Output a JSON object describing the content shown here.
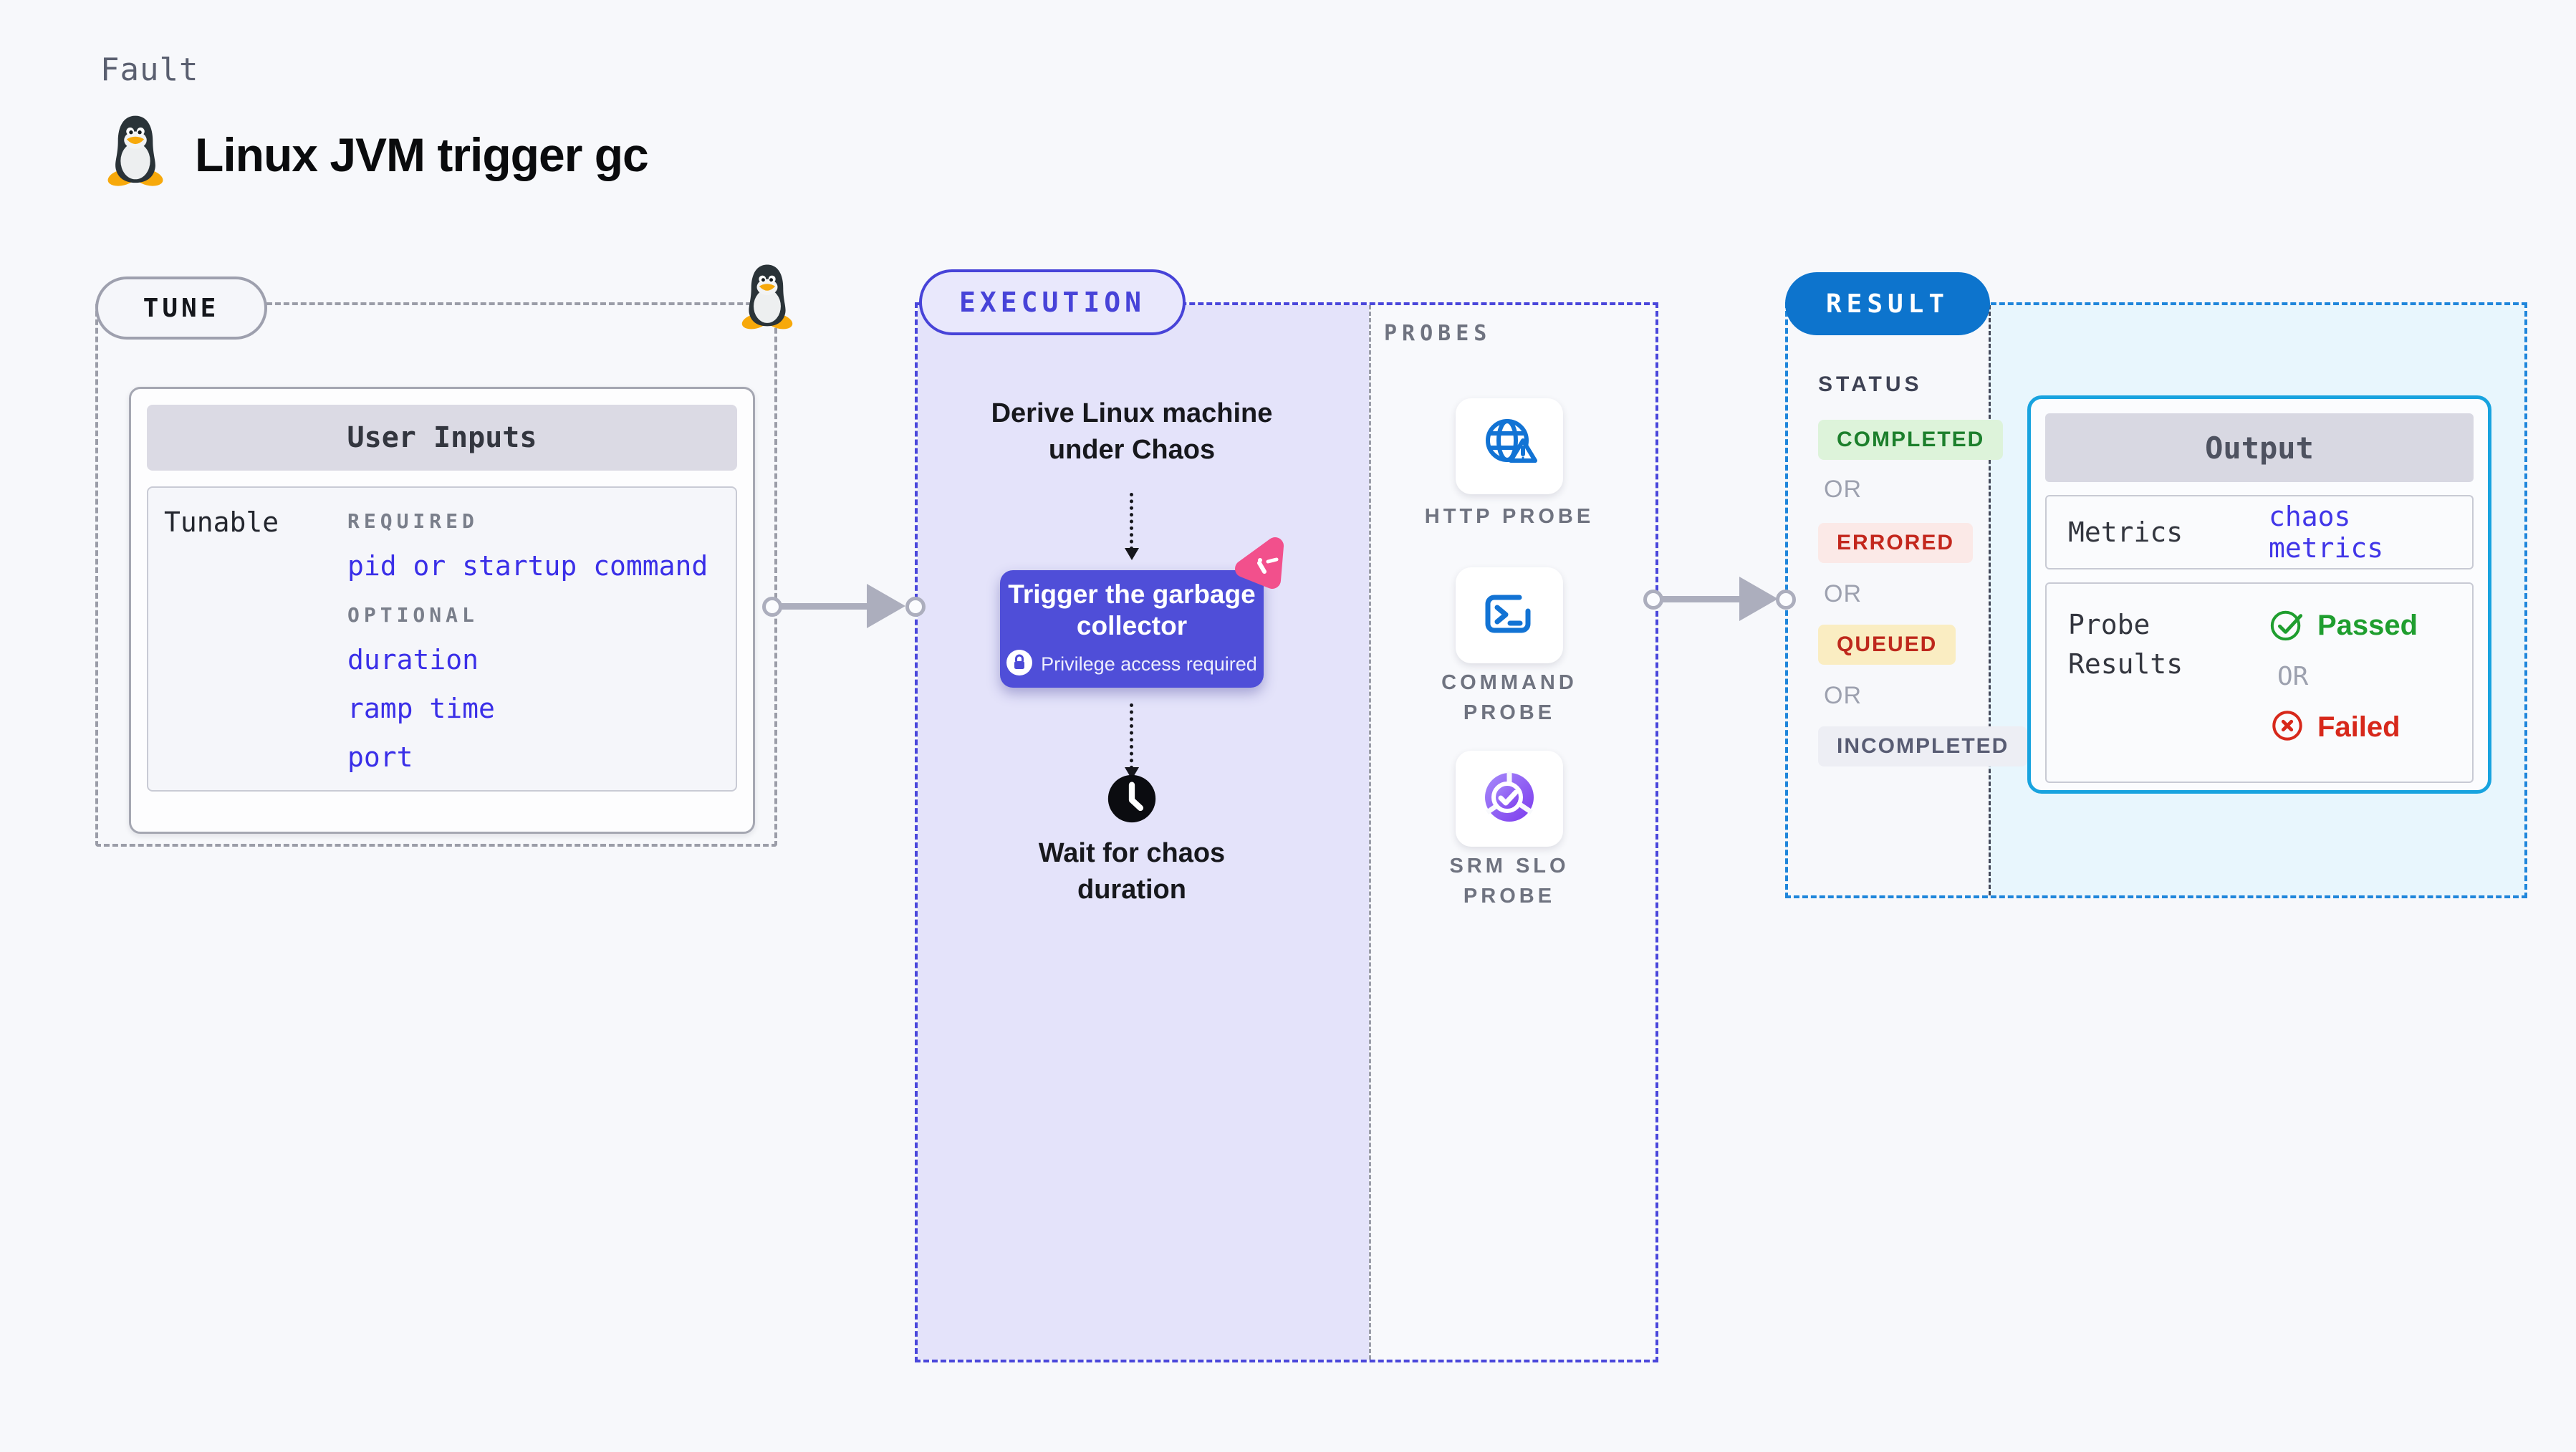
{
  "header": {
    "kicker": "Fault",
    "title": "Linux JVM trigger gc"
  },
  "tune": {
    "badge": "TUNE",
    "table": {
      "header": "User Inputs",
      "row_label": "Tunable",
      "required_caption": "REQUIRED",
      "required_items": [
        "pid or startup command"
      ],
      "optional_caption": "OPTIONAL",
      "optional_items": [
        "duration",
        "ramp time",
        "port"
      ]
    }
  },
  "execution": {
    "badge": "EXECUTION",
    "derive_step": "Derive Linux machine under Chaos",
    "action_title": "Trigger the garbage collector",
    "action_note": "Privilege access required",
    "wait_step": "Wait for chaos duration"
  },
  "probes": {
    "caption": "PROBES",
    "items": [
      {
        "label": "HTTP PROBE",
        "icon": "globe-alert-icon"
      },
      {
        "label": "COMMAND PROBE",
        "icon": "terminal-icon"
      },
      {
        "label": "SRM SLO PROBE",
        "icon": "slo-gauge-icon"
      }
    ]
  },
  "result": {
    "badge": "RESULT",
    "status_caption": "STATUS",
    "or": "OR",
    "statuses": [
      {
        "label": "COMPLETED"
      },
      {
        "label": "ERRORED"
      },
      {
        "label": "QUEUED"
      },
      {
        "label": "INCOMPLETED"
      }
    ],
    "output": {
      "header": "Output",
      "metrics_label": "Metrics",
      "metrics_value": "chaos metrics",
      "probe_results_label": "Probe Results",
      "passed": "Passed",
      "or": "OR",
      "failed": "Failed"
    }
  },
  "colors": {
    "accent_indigo": "#4743D8",
    "accent_blue": "#0D74CD",
    "accent_cyan": "#18A3DF",
    "link_blue": "#3A2FE8",
    "success_green": "#1F9E2F",
    "error_red": "#D7281B",
    "badge_green_bg": "#DDF3DA",
    "badge_red_bg": "#FBE9E7",
    "badge_yellow_bg": "#FAEDC2",
    "badge_gray_bg": "#EDEEF4",
    "chaos_pink": "#F2508C"
  }
}
